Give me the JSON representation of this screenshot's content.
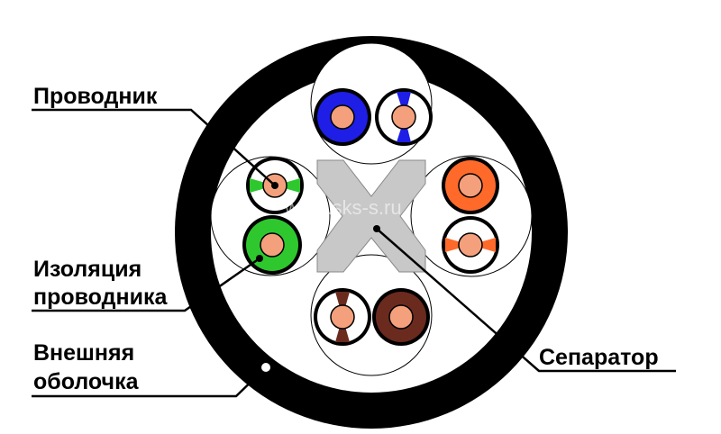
{
  "labels": {
    "conductor": "Проводник",
    "insulation_line1": "Изоляция",
    "insulation_line2": "проводника",
    "jacket_line1": "Внешняя",
    "jacket_line2": "оболочка",
    "separator": "Сепаратор"
  },
  "watermark": "www.sks-s.ru",
  "colors": {
    "jacket": "#000000",
    "separator": "#c8c8c8",
    "copper": "#f4a07c",
    "blue": "#1e1ee6",
    "green": "#2ec82e",
    "orange": "#ff6a2a",
    "brown": "#6b2a1e"
  },
  "pairs": [
    {
      "name": "blue",
      "solid": "blue",
      "striped": "blue-white"
    },
    {
      "name": "green",
      "solid": "green",
      "striped": "green-white"
    },
    {
      "name": "orange",
      "solid": "orange",
      "striped": "orange-white"
    },
    {
      "name": "brown",
      "solid": "brown",
      "striped": "brown-white"
    }
  ]
}
